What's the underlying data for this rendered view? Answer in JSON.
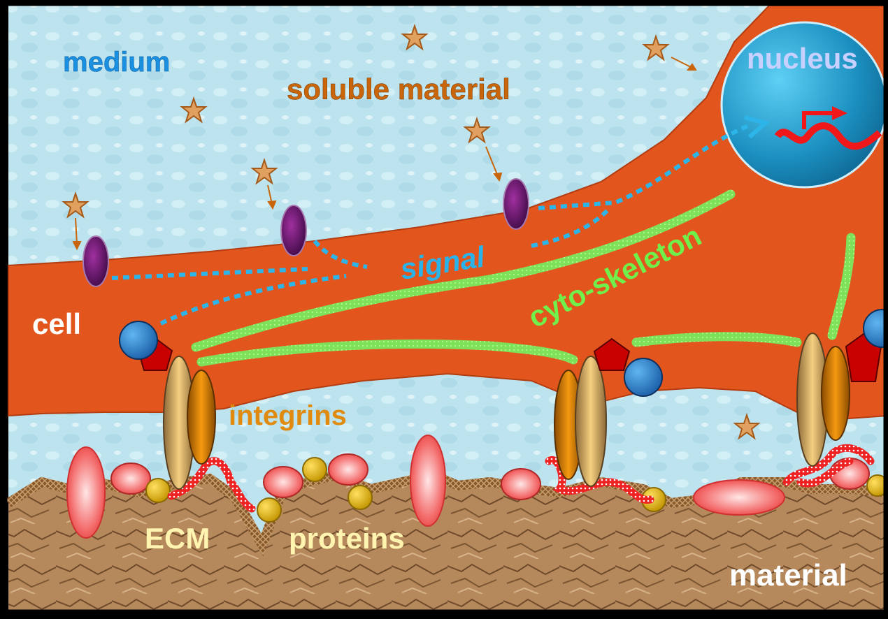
{
  "labels": {
    "medium": "medium",
    "soluble_material": "soluble material",
    "nucleus": "nucleus",
    "signal": "signal",
    "cell": "cell",
    "cytoskeleton": "cyto-skeleton",
    "integrins": "integrins",
    "ecm": "ECM",
    "proteins": "proteins",
    "material": "material"
  },
  "colors": {
    "medium": "#bfe6ef",
    "cell": "#e2561e",
    "nucleus": "#1e8fc0",
    "signal": "#2db5ea",
    "cytoskeleton": "#7fe05a",
    "integrin_dark": "#c76a00",
    "integrin_light": "#d9a45a",
    "receptor": "#5a0f5e",
    "ecm_protein": "#f25a5a",
    "material": "#b08458",
    "star": "#e0a060",
    "label_medium": "#1b8fe0",
    "label_soluble": "#c9650a",
    "label_nucleus": "#c8d0ff",
    "label_signal": "#2ab3e8",
    "label_cell": "#ffffff",
    "label_cyto": "#6ff04a",
    "label_integrins": "#e08a10",
    "label_ecm": "#fff5b0",
    "label_material": "#ffffff"
  }
}
